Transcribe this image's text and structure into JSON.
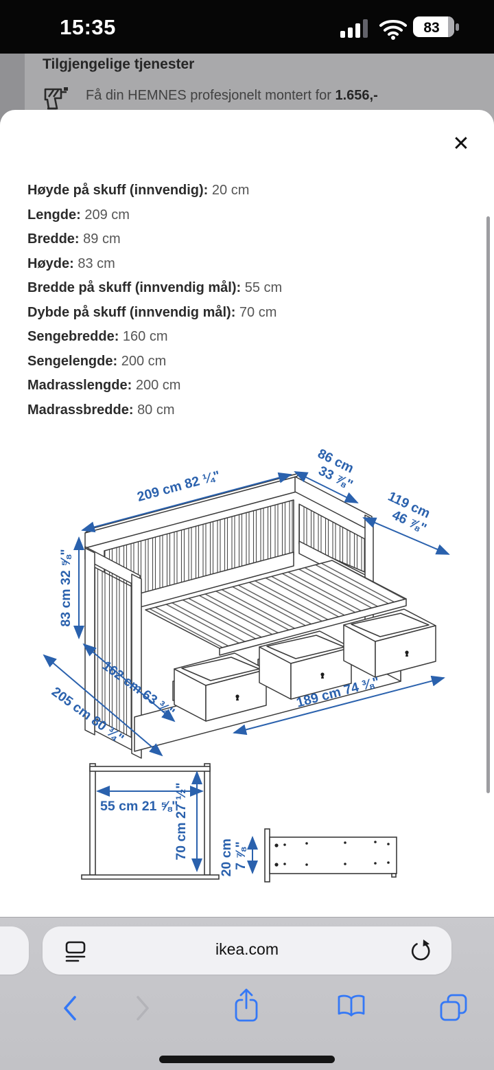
{
  "status_bar": {
    "time": "15:35",
    "battery_level": "83"
  },
  "page_behind": {
    "section_title": "Tilgjengelige tjenester",
    "service_text": "Få din HEMNES profesjonelt montert for ",
    "service_price": "1.656,-"
  },
  "sheet": {
    "close_label": "✕",
    "measurements": [
      {
        "label": "Høyde på skuff (innvendig):",
        "value": "20 cm"
      },
      {
        "label": "Lengde:",
        "value": "209 cm"
      },
      {
        "label": "Bredde:",
        "value": "89 cm"
      },
      {
        "label": "Høyde:",
        "value": "83 cm"
      },
      {
        "label": "Bredde på skuff (innvendig mål):",
        "value": "55 cm"
      },
      {
        "label": "Dybde på skuff (innvendig mål):",
        "value": "70 cm"
      },
      {
        "label": "Sengebredde:",
        "value": "160 cm"
      },
      {
        "label": "Sengelengde:",
        "value": "200 cm"
      },
      {
        "label": "Madrasslengde:",
        "value": "200 cm"
      },
      {
        "label": "Madrassbredde:",
        "value": "80 cm"
      }
    ]
  },
  "diagram": {
    "length_total": "209 cm 82 ¼\"",
    "width_cm": "86 cm",
    "width_in": "33 ⅞\"",
    "width_ext_cm": "119 cm",
    "width_ext_in": "46 ⅞\"",
    "height_total": "83 cm 32 ⅝\"",
    "depth_frame": "162 cm 63 ¾\"",
    "depth_ext": "205 cm 80 ¾\"",
    "drawer_span": "189 cm 74 ⅜\"",
    "drawer_width": "55 cm 21 ⅝\"",
    "drawer_depth": "70 cm 27 ½\"",
    "drawer_height_cm": "20 cm",
    "drawer_height_in": "7 ⅞\""
  },
  "browser": {
    "url": "ikea.com"
  },
  "colors": {
    "dimension_blue": "#2a61ad",
    "safari_blue": "#3478f6"
  }
}
